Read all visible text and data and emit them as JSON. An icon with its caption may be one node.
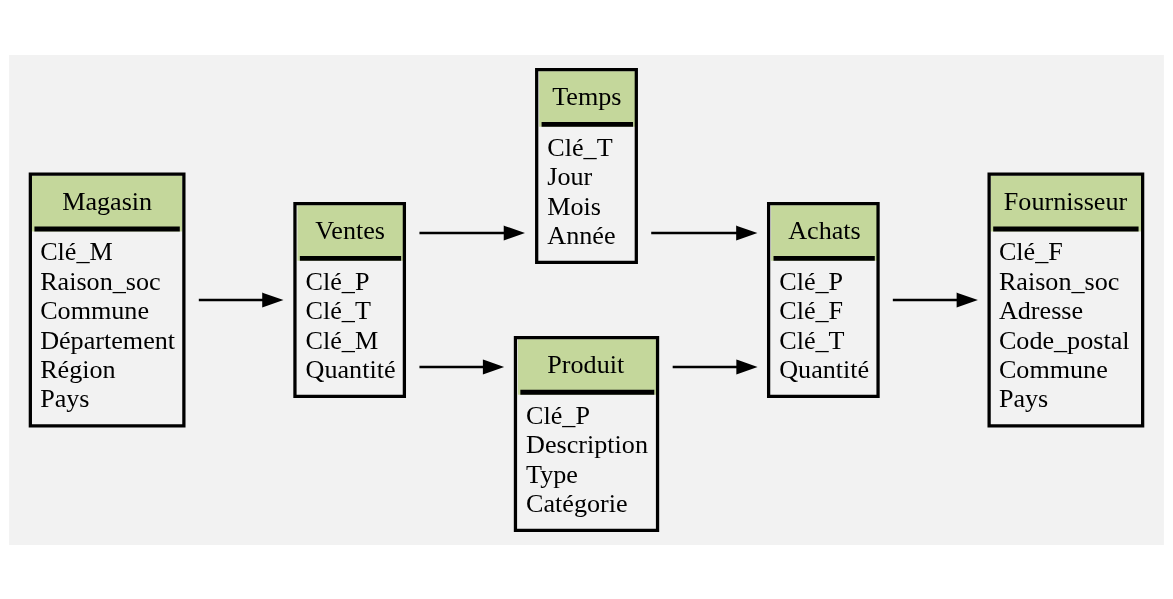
{
  "diagram": {
    "nodes": [
      {
        "text": [
          "Magasin",
          "Clé_M",
          "Raison_soc",
          "Commune",
          "Département",
          "Région",
          "Pays"
        ]
      },
      {
        "text": [
          "Ventes",
          "Clé_P",
          "Clé_T",
          "Clé_M",
          "Quantité"
        ]
      },
      {
        "text": [
          "Temps",
          "Clé_T",
          "Jour",
          "Mois",
          "Année"
        ]
      },
      {
        "text": [
          "Produit",
          "Clé_P",
          "Description",
          "Type",
          "Catégorie"
        ]
      },
      {
        "text": [
          "Achats",
          "Clé_P",
          "Clé_F",
          "Clé_T",
          "Quantité"
        ]
      },
      {
        "text": [
          "Fournisseur",
          "Clé_F",
          "Raison_soc",
          "Adresse",
          "Code_postal",
          "Commune",
          "Pays"
        ]
      }
    ],
    "edges": [
      {
        "from": 0,
        "to": 1,
        "arrow": "to"
      },
      {
        "from": 1,
        "to": 2,
        "arrow": "to"
      },
      {
        "from": 1,
        "to": 3,
        "arrow": "to"
      },
      {
        "from": 2,
        "to": 4,
        "arrow": "to"
      },
      {
        "from": 3,
        "to": 4,
        "arrow": "to"
      },
      {
        "from": 4,
        "to": 5,
        "arrow": "to"
      }
    ]
  }
}
